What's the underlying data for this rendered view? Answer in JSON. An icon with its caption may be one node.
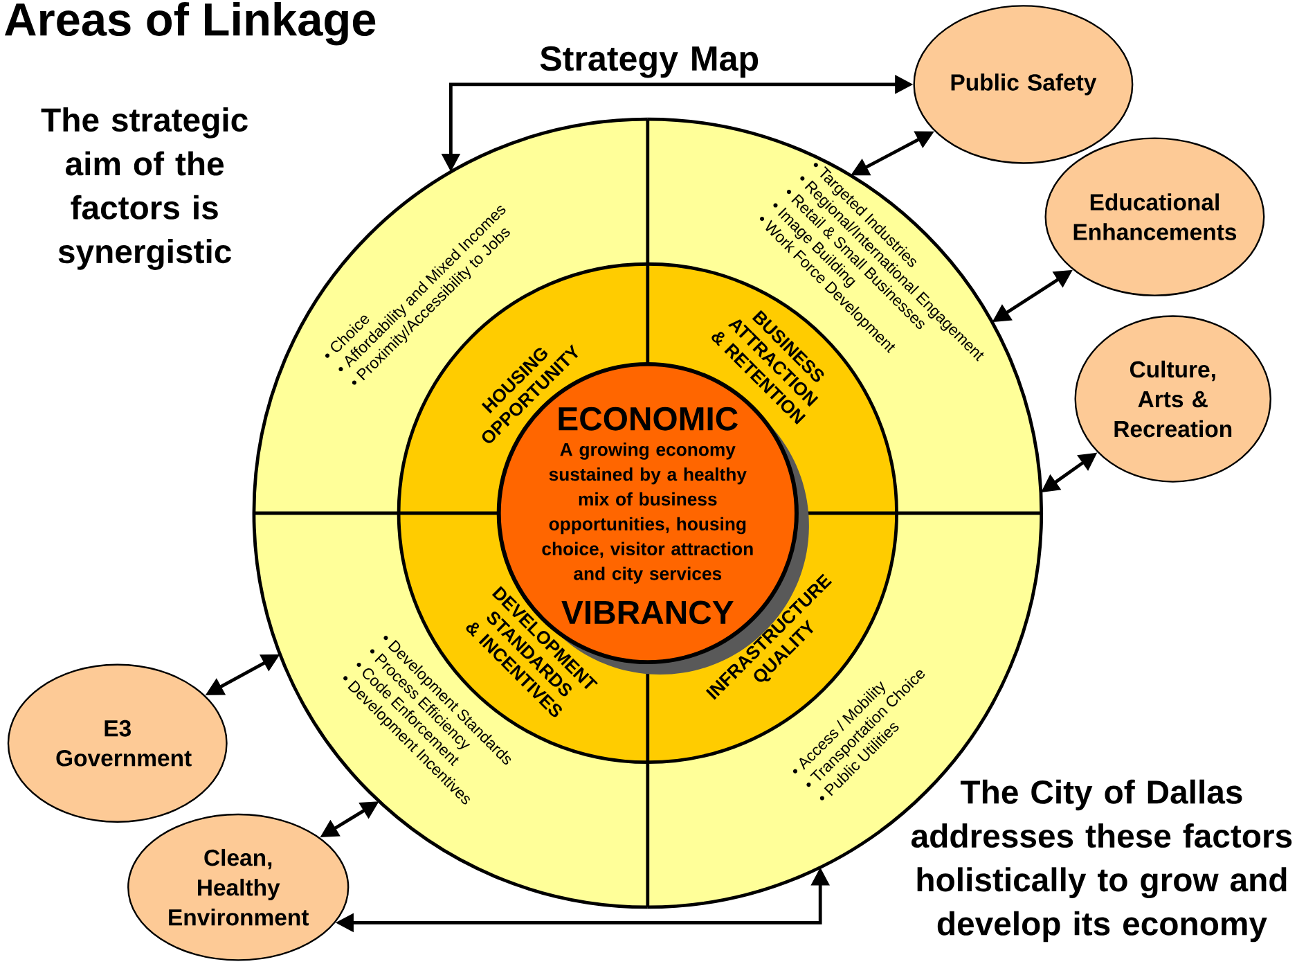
{
  "diagram": {
    "title": "Areas of Linkage",
    "nodes": [
      {
        "text": [
          "• Choice",
          "• Affordability and Mixed Incomes",
          "• Proximity/Accessibility to Jobs"
        ]
      },
      {
        "text": [
          "• Targeted Industries",
          "• Regional/International Engagement",
          "• Retail & Small Businesses",
          "• Image Building",
          "• Work Force Development"
        ]
      },
      {
        "text": [
          "• Development Standards",
          "• Process Efficiency",
          "• Code Enforcement",
          "• Development Incentives"
        ]
      },
      {
        "text": [
          "• Access / Mobility",
          "• Transportation Choice",
          "• Public Utilities"
        ]
      },
      {
        "text": [
          "HOUSING OPPORTUNITY"
        ],
        "in": 0
      },
      {
        "text": [
          "BUSINESS ATTRACTION & RETENTION"
        ],
        "in": 1
      },
      {
        "text": [
          "DEVELOPMENT STANDARDS & INCENTIVES"
        ],
        "in": 2
      },
      {
        "text": [
          "INFRASTRUCTURE QUALITY"
        ],
        "in": 3
      },
      {
        "text": [
          "ECONOMIC",
          "A growing economy sustained by a healthy mix of business opportunities, housing choice, visitor attraction and city services",
          "VIBRANCY"
        ]
      },
      {
        "text": [
          "Public Safety"
        ]
      },
      {
        "text": [
          "Educational Enhancements"
        ]
      },
      {
        "text": [
          "Culture, Arts & Recreation"
        ]
      },
      {
        "text": [
          "E3 Government"
        ]
      },
      {
        "text": [
          "Clean, Healthy Environment"
        ]
      }
    ],
    "edges": [
      {
        "from": 9,
        "to": 1,
        "arrow": "both"
      },
      {
        "from": 10,
        "to": 1,
        "arrow": "both"
      },
      {
        "from": 11,
        "to": 1,
        "arrow": "both"
      },
      {
        "from": 12,
        "to": 2,
        "arrow": "both"
      },
      {
        "from": 13,
        "to": 2,
        "arrow": "both"
      },
      {
        "from": 0,
        "to": 9,
        "arrow": "both"
      },
      {
        "from": 3,
        "to": 13,
        "arrow": "both"
      }
    ],
    "labels": [
      "Strategy Map",
      "The strategic aim of the factors is synergistic",
      "The City of Dallas addresses these factors holistically to grow and develop its economy"
    ]
  }
}
